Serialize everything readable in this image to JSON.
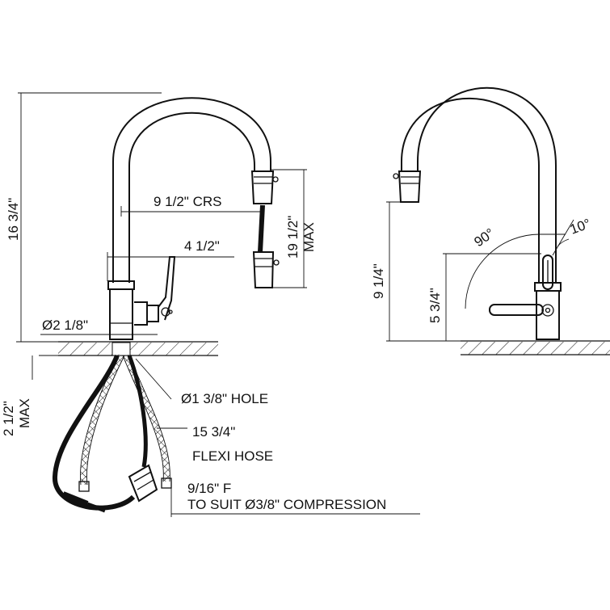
{
  "labels": {
    "total_height": "16 3/4\"",
    "crs": "9 1/2\" CRS",
    "reach_max_value": "19 1/2\"",
    "reach_max_word": "MAX",
    "handle_width": "4 1/2\"",
    "base_diameter": "Ø2 1/8\"",
    "hole": "Ø1 3/8\" HOLE",
    "below_value": "2 1/2\"",
    "below_word": "MAX",
    "hose_length": "15 3/4\"",
    "hose_name": "FLEXI HOSE",
    "fitting": "9/16\" F",
    "compression": "TO SUIT  Ø3/8\" COMPRESSION",
    "side_height": "9 1/4\"",
    "handle_height": "5 3/4\"",
    "angle_90": "90°",
    "angle_10": "10°"
  },
  "colors": {
    "line": "#111111",
    "background": "#ffffff"
  }
}
